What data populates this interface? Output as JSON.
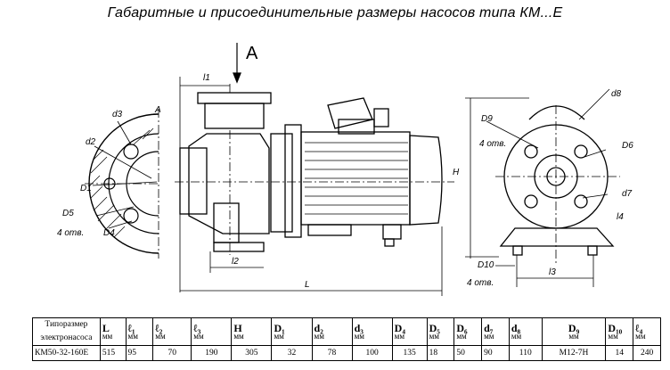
{
  "title": "Габаритные и присоединительные размеры насосов типа КМ...Е",
  "drawing": {
    "view_arrow_label": "A",
    "flange_view_label": "A",
    "left_view_labels": {
      "d3": "d3",
      "d2": "d2",
      "D1": "D1",
      "D5": "D5",
      "D4": "D4",
      "holes": "4 отв."
    },
    "side_view_labels": {
      "l1": "l1",
      "l2": "l2",
      "L": "L"
    },
    "end_view_labels": {
      "d8": "d8",
      "D9": "D9",
      "holes_top": "4 отв.",
      "D6": "D6",
      "d7": "d7",
      "l4": "l4",
      "H": "H",
      "D10": "D10",
      "holes_bottom": "4 отв.",
      "l3": "l3"
    }
  },
  "table": {
    "header_row1": [
      "Типоразмер",
      "L",
      "ℓ₁",
      "ℓ₂",
      "ℓ₃",
      "H",
      "D₁",
      "d₂",
      "d₃",
      "D₄",
      "D₅",
      "D₆",
      "d₇",
      "d₈",
      "D₉",
      "D₁₀",
      "ℓ₄"
    ],
    "header_row2": [
      "электронасоса",
      "мм",
      "мм",
      "мм",
      "мм",
      "мм",
      "мм",
      "мм",
      "мм",
      "мм",
      "мм",
      "мм",
      "мм",
      "мм",
      "мм",
      "мм",
      "мм"
    ],
    "rows": [
      [
        "КМ50-32-160Е",
        "515",
        "95",
        "70",
        "190",
        "305",
        "32",
        "78",
        "100",
        "135",
        "18",
        "50",
        "90",
        "110",
        "M12-7H",
        "14",
        "240"
      ]
    ]
  }
}
